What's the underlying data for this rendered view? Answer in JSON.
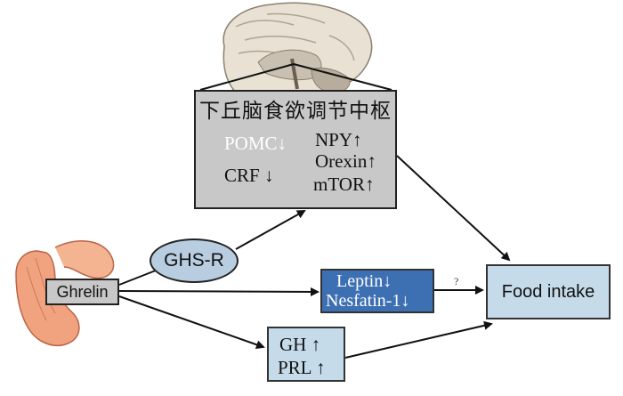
{
  "hypothalamus": {
    "title": "下丘脑食欲调节中枢",
    "left_factors": [
      "POMC↓",
      "CRF ↓"
    ],
    "right_factors": [
      "NPY↑",
      "Orexin↑",
      "mTOR↑"
    ]
  },
  "receptor": {
    "label": "GHS-R"
  },
  "source": {
    "label": "Ghrelin"
  },
  "peripheral": {
    "lines": [
      "Leptin↓",
      "Nesfatin-1↓"
    ],
    "link_label": "?"
  },
  "pituitary": {
    "lines": [
      "GH ↑",
      "PRL ↑"
    ]
  },
  "target": {
    "label": "Food intake"
  },
  "colors": {
    "hypothalamus": "#c8c8c8",
    "receptor": "#b8cde0",
    "leptin": "#3d6fb3",
    "target": "#c6dbea"
  },
  "icons": [
    "brain-icon",
    "stomach-icon"
  ]
}
